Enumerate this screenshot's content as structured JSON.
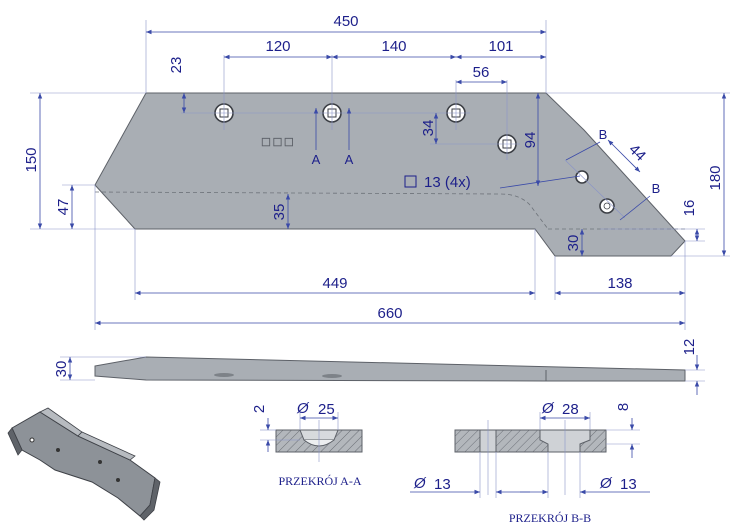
{
  "dimensions": {
    "d450": "450",
    "d120": "120",
    "d140": "140",
    "d101": "101",
    "d23": "23",
    "d56": "56",
    "d34": "34",
    "d94": "94",
    "d150": "150",
    "d180": "180",
    "d47": "47",
    "d35": "35",
    "d13_4x": "13  (4x)",
    "d44": "44",
    "d16": "16",
    "d30_top": "30",
    "d449": "449",
    "d138": "138",
    "d660": "660",
    "d30_side": "30",
    "d12": "12",
    "d2": "2",
    "d25": "25",
    "d28": "28",
    "d8": "8",
    "d13_left": "13",
    "d13_right": "13"
  },
  "labels": {
    "section_a_left": "A",
    "section_a_right": "A",
    "section_b_top": "B",
    "section_b_bottom": "B",
    "caption_a": "PRZEKRÓJ A-A",
    "caption_b": "PRZEKRÓJ B-B",
    "diameter_symbol": "Ø",
    "square_symbol": "□"
  },
  "colors": {
    "dimension": "#1c1f8a",
    "part_fill": "#a9aeb4",
    "part_edge": "#5d6168"
  },
  "icons": {
    "diameter": "diameter-icon",
    "square": "square-icon"
  }
}
